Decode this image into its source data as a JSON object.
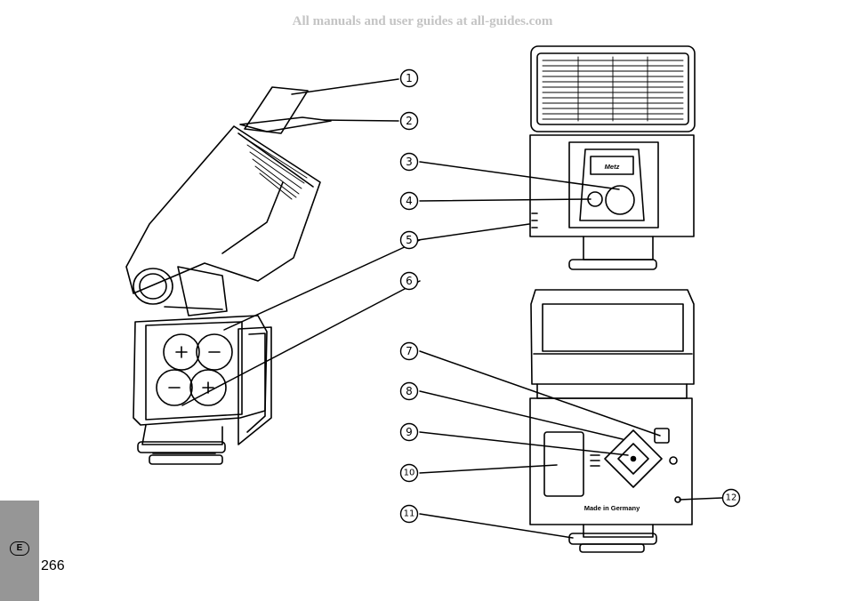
{
  "watermark": "All manuals and user guides at all-guides.com",
  "language_badge": "E",
  "page_number": "266",
  "device_label": "Made in Germany",
  "brand_logo": "Metz",
  "callouts": [
    "1",
    "2",
    "3",
    "4",
    "5",
    "6",
    "7",
    "8",
    "9",
    "10",
    "11",
    "12"
  ],
  "icons": [
    "power-icon",
    "bulb-icon",
    "flash-head-icon"
  ]
}
